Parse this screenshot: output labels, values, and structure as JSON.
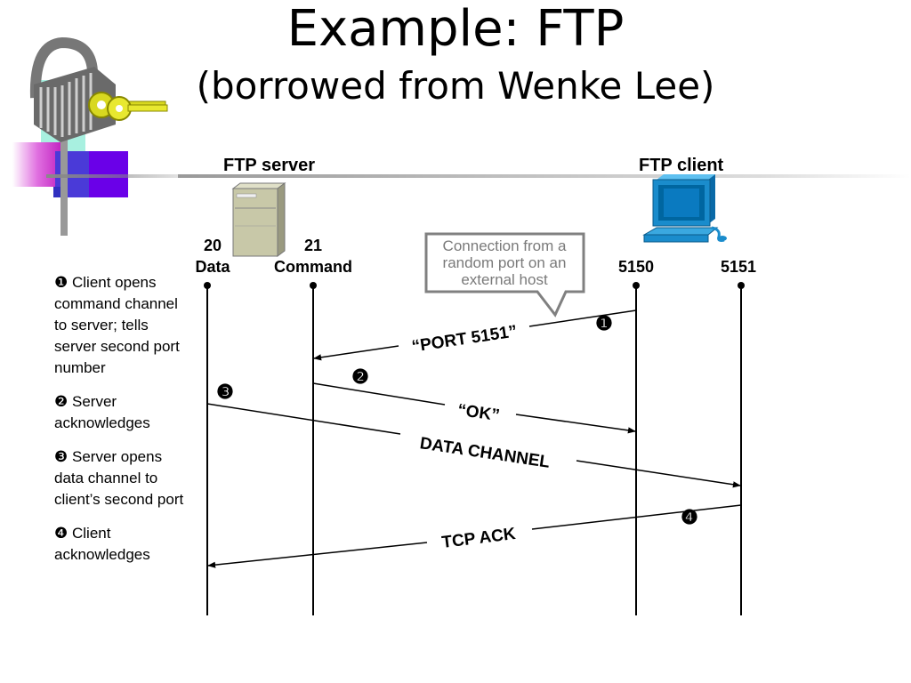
{
  "title": "Example: FTP",
  "subtitle": "(borrowed from Wenke Lee)",
  "hosts": {
    "server": "FTP server",
    "client": "FTP client"
  },
  "ports": {
    "data_num": "20",
    "data_label": "Data",
    "command_num": "21",
    "command_label": "Command",
    "client_cmd": "5150",
    "client_data": "5151"
  },
  "callout": "Connection from a random port on an external host",
  "messages": {
    "port": "“PORT 5151”",
    "ok": "“OK”",
    "data_channel": "DATA CHANNEL",
    "tcp_ack": "TCP ACK"
  },
  "markers": [
    "❶",
    "❷",
    "❸",
    "❹"
  ],
  "steps": [
    {
      "marker": "❶",
      "text": "Client opens command channel to server; tells server second port number"
    },
    {
      "marker": "❷",
      "text": "Server acknowledges"
    },
    {
      "marker": "❸",
      "text": "Server opens data channel to client’s second port"
    },
    {
      "marker": "❹",
      "text": "Client acknowledges"
    }
  ],
  "colors": {
    "line": "#000000",
    "callout_border": "#808080",
    "monitor": "#1a8ccc",
    "server_box": "#c8c8a8"
  },
  "icons": [
    "padlock-key-logo",
    "server-icon",
    "monitor-icon"
  ]
}
